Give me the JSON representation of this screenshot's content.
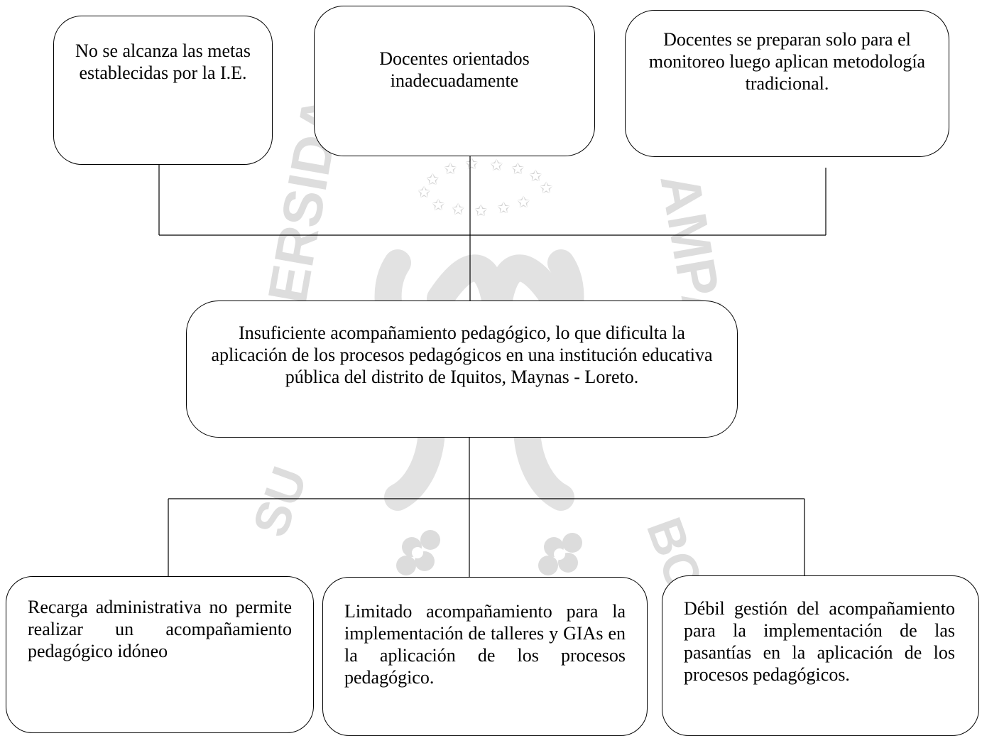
{
  "effects": [
    {
      "text": "No se alcanza las metas establecidas por la I.E."
    },
    {
      "text": "Docentes orientados inadecuadamente"
    },
    {
      "text": "Docentes se preparan solo para el monitoreo luego aplican metodología tradicional."
    }
  ],
  "problem": {
    "text": "Insuficiente acompañamiento pedagógico, lo que dificulta la aplicación de los procesos pedagógicos en una institución educativa pública del distrito de Iquitos, Maynas - Loreto."
  },
  "causes": [
    {
      "text": "Recarga administrativa no permite realizar un acompañamiento pedagógico idóneo"
    },
    {
      "text": "Limitado acompañamiento para la implementación de talleres y GIAs en la aplicación de los procesos pedagógico."
    },
    {
      "text": "Débil gestión del acompañamiento para la implementación de las pasantías en la aplicación de los procesos pedagógicos."
    }
  ],
  "watermark": {
    "left_text": "ERSIDA",
    "right_text": "AMPA",
    "bottom_left_text": "SU",
    "bottom_right_text": "BO",
    "color": "#d9d9d9"
  }
}
